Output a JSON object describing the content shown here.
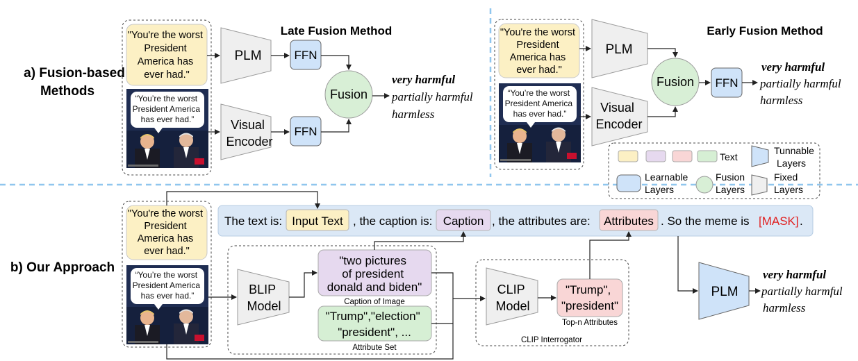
{
  "sections": {
    "a_label_line1": "a) Fusion-based",
    "a_label_line2": "Methods",
    "b_label": "b) Our Approach"
  },
  "late_fusion": {
    "title": "Late Fusion Method",
    "quote_lines": [
      "\"You're the worst",
      "President",
      "America has",
      "ever had.\""
    ],
    "meme_caption_lines": [
      "“You’re the worst",
      "President America",
      "has ever had.”"
    ],
    "plm": "PLM",
    "visual_encoder_line1": "Visual",
    "visual_encoder_line2": "Encoder",
    "ffn": "FFN",
    "fusion": "Fusion",
    "outputs": [
      "very harmful",
      "partially harmful",
      "harmless"
    ]
  },
  "early_fusion": {
    "title": "Early Fusion Method",
    "quote_lines": [
      "\"You're the worst",
      "President",
      "America has",
      "ever had.\""
    ],
    "meme_caption_lines": [
      "“You’re the worst",
      "President America",
      "has ever had.”"
    ],
    "plm": "PLM",
    "visual_encoder_line1": "Visual",
    "visual_encoder_line2": "Encoder",
    "fusion": "Fusion",
    "ffn": "FFN",
    "outputs": [
      "very harmful",
      "partially harmful",
      "harmless"
    ]
  },
  "legend": {
    "text": "Text",
    "tunable_line1": "Tunnable",
    "tunable_line2": "Layers",
    "learnable_line1": "Learnable",
    "learnable_line2": "Layers",
    "fusion_line1": "Fusion",
    "fusion_line2": "Layers",
    "fixed_line1": "Fixed",
    "fixed_line2": "Layers"
  },
  "approach": {
    "quote_lines": [
      "\"You're the worst",
      "President",
      "America has",
      "ever had.\""
    ],
    "meme_caption_lines": [
      "“You’re the worst",
      "President America",
      "has ever had.”"
    ],
    "prompt": {
      "part1": "The text is:",
      "input_text": "Input Text",
      "part2": ", the caption is:",
      "caption": "Caption",
      "part3": ", the attributes are:",
      "attributes": "Attributes",
      "part4": ". So the meme is",
      "mask": "[MASK]",
      "end": "."
    },
    "blip_line1": "BLIP",
    "blip_line2": "Model",
    "caption_box_lines": [
      "\"two pictures",
      "of president",
      "donald and biden\""
    ],
    "caption_label": "Caption of Image",
    "attr_box_lines": [
      "\"Trump\",\"election\"",
      "\"president\", ..."
    ],
    "attr_label": "Attribute Set",
    "clip_line1": "CLIP",
    "clip_line2": "Model",
    "topn_box_lines": [
      "\"Trump\",",
      "\"president\""
    ],
    "topn_label": "Top-n Attributes",
    "interrogator_label": "CLIP Interrogator",
    "plm": "PLM",
    "outputs": [
      "very harmful",
      "partially harmful",
      "harmless"
    ]
  },
  "colors": {
    "text_yellow": "#fcf0c4",
    "caption_purple": "#e6d9ef",
    "attr_red": "#f9d6d6",
    "text_green": "#d6efd4",
    "learnable_blue": "#cfe3f9",
    "fusion_green": "#d8efd6",
    "fixed_gray": "#efefef",
    "mask_red": "#e02020",
    "divider_blue": "#8fc6ee"
  }
}
